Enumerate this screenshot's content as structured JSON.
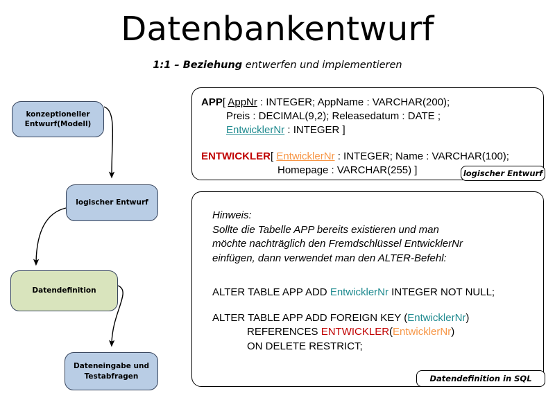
{
  "title": "Datenbankentwurf",
  "subtitle": {
    "strong": "1:1 – Beziehung",
    "rest": " entwerfen und implementieren"
  },
  "colors": {
    "box_blue": "#b9cde5",
    "box_green": "#d9e4bd",
    "box_border": "#36445c",
    "foreign_key_teal": "#1f8a8f",
    "primary_key_orange": "#f79646",
    "entity_red": "#c00000",
    "panel_border": "#000000"
  },
  "flowchart": {
    "boxes": [
      {
        "id": "konzept",
        "label_line1": "konzeptioneller",
        "label_line2": "Entwurf(Modell)",
        "fill": "blue"
      },
      {
        "id": "logisch",
        "label_line1": "logischer Entwurf",
        "label_line2": "",
        "fill": "blue"
      },
      {
        "id": "datendef",
        "label_line1": "Datendefinition",
        "label_line2": "",
        "fill": "green"
      },
      {
        "id": "eingabe",
        "label_line1": "Dateneingabe und",
        "label_line2": "Testabfragen",
        "fill": "blue"
      }
    ],
    "arrows": [
      {
        "from": "konzept",
        "to": "logisch"
      },
      {
        "from": "logisch",
        "to": "datendef"
      },
      {
        "from": "datendef",
        "to": "eingabe"
      }
    ]
  },
  "logical_panel": {
    "tag": "logischer Entwurf",
    "app_relation": {
      "name": "APP",
      "bracket_open": "[ ",
      "pk": "AppNr",
      "line1_rest": " : INTEGER; AppName : VARCHAR(200);",
      "line2": "Preis : DECIMAL(9,2); Releasedatum : DATE ;",
      "fk": "EntwicklerNr",
      "line3_rest": " : INTEGER ]"
    },
    "entwickler_relation": {
      "name": "ENTWICKLER",
      "bracket_open": "[ ",
      "pk": "EntwicklerNr",
      "line1_rest": " : INTEGER; Name : VARCHAR(100);",
      "line2": "Homepage : VARCHAR(255) ]"
    }
  },
  "sql_panel": {
    "tag": "Datendefinition in SQL",
    "hinweis": {
      "heading": "Hinweis:",
      "line1": "Sollte die Tabelle APP bereits existieren und man",
      "line2": "möchte nachträglich den Fremdschlüssel EntwicklerNr",
      "line3": "einfügen, dann verwendet man den ALTER-Befehl:"
    },
    "statement1": {
      "prefix": "ALTER TABLE APP ADD ",
      "column": "EntwicklerNr",
      "suffix": " INTEGER NOT NULL;"
    },
    "statement2": {
      "line1_prefix": "ALTER TABLE APP ADD FOREIGN KEY (",
      "line1_column": "EntwicklerNr",
      "line1_suffix": ")",
      "line2_prefix": "            REFERENCES ",
      "line2_table": "ENTWICKLER",
      "line2_open": "(",
      "line2_column": "EntwicklerNr",
      "line2_suffix": ")",
      "line3": "            ON DELETE RESTRICT;"
    }
  }
}
